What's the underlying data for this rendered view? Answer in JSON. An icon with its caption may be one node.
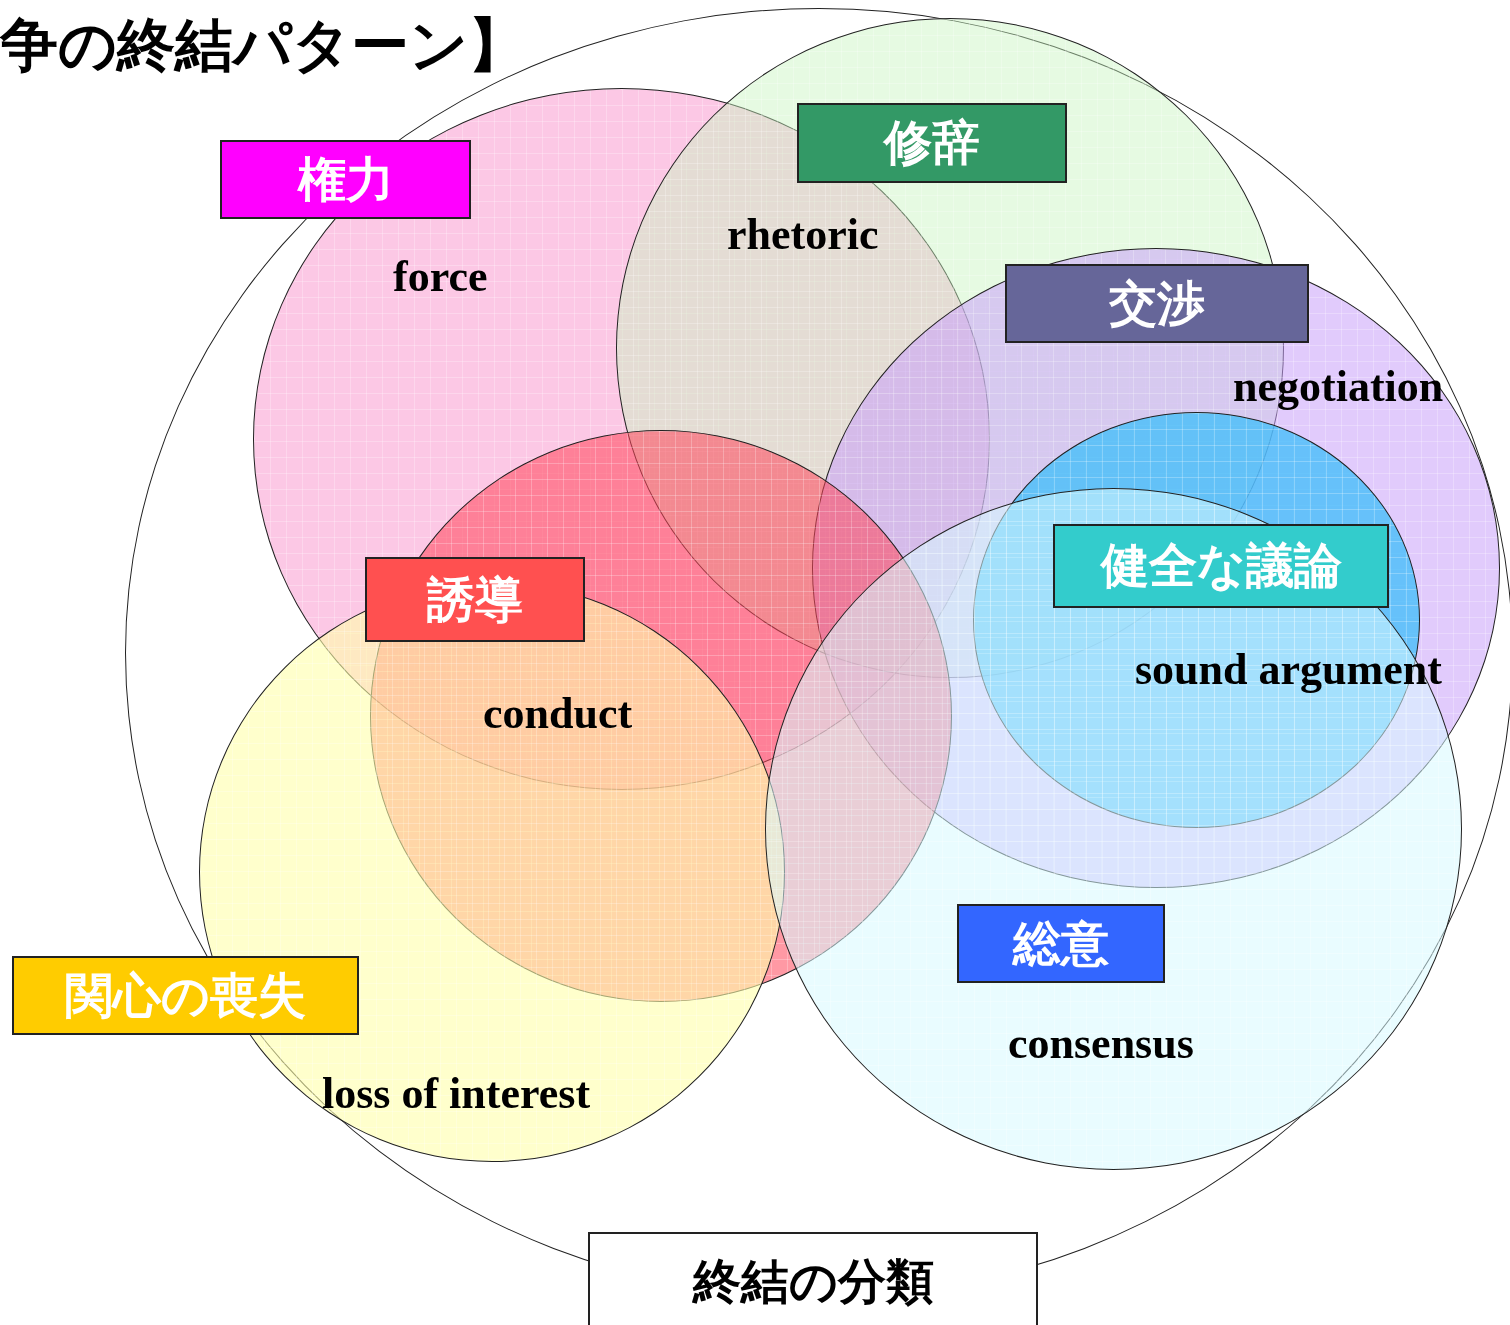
{
  "diagram": {
    "title": "争の終結パターン】",
    "nodes": [
      {
        "text": [
          "終結の分類"
        ]
      },
      {
        "text": [
          "権力",
          "force"
        ],
        "in": 0
      },
      {
        "text": [
          "修辞",
          "rhetoric"
        ],
        "in": 0
      },
      {
        "text": [
          "交渉",
          "negotiation"
        ],
        "in": 0
      },
      {
        "text": [
          "健全な議論",
          "sound argument"
        ],
        "in": 3
      },
      {
        "text": [
          "誘導",
          "conduct"
        ],
        "in": 0
      },
      {
        "text": [
          "関心の喪失",
          "loss of interest"
        ],
        "in": 0
      },
      {
        "text": [
          "総意",
          "consensus"
        ],
        "in": 0
      }
    ],
    "edges": []
  }
}
